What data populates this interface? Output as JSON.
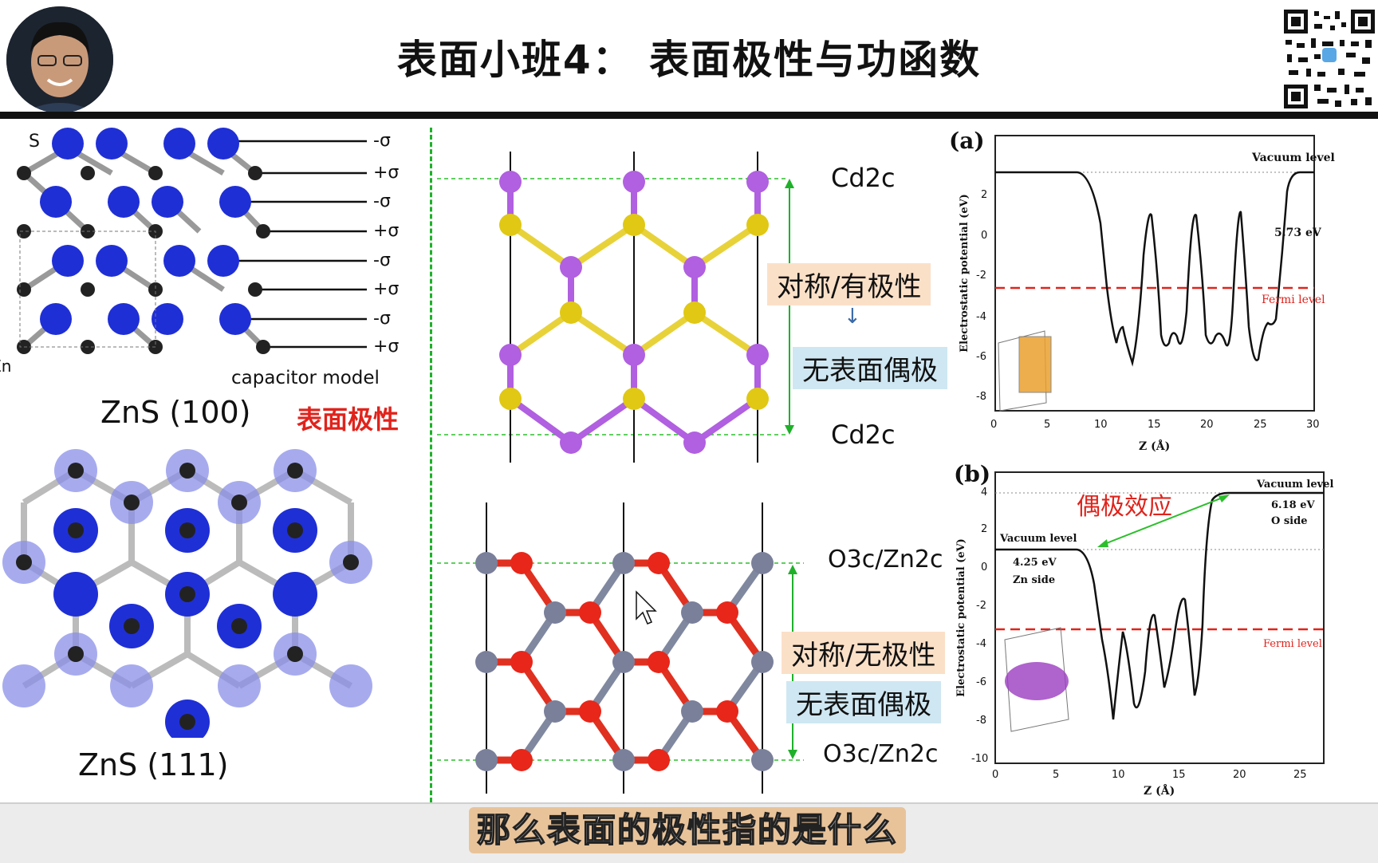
{
  "header": {
    "title": "表面小班4：  表面极性与功函数"
  },
  "zns100": {
    "atom_s": "S",
    "atom_zn": "Zn",
    "charges": [
      "-σ",
      "+σ",
      "-σ",
      "+σ",
      "-σ",
      "+σ",
      "-σ",
      "+σ"
    ],
    "caption": "capacitor model",
    "title": "ZnS (100)",
    "polar_label": "表面极性"
  },
  "zns111": {
    "title": "ZnS (111)"
  },
  "cds": {
    "top": "Cd2c",
    "bottom": "Cd2c",
    "tag1": "对称/有极性",
    "tag2": "无表面偶极"
  },
  "zno": {
    "top": "O3c/Zn2c",
    "bottom": "O3c/Zn2c",
    "tag1": "对称/无极性",
    "tag2": "无表面偶极"
  },
  "plot_a": {
    "panel": "(a)",
    "ylabel": "Electrostatic potential (eV)",
    "xlabel": "Z (Å)",
    "vacuum": "Vacuum level",
    "fermi": "Fermi level",
    "gap": "5.73 eV",
    "xticks": [
      "0",
      "5",
      "10",
      "15",
      "20",
      "25",
      "30"
    ],
    "yticks": [
      "2",
      "0",
      "-2",
      "-4",
      "-6",
      "-8"
    ]
  },
  "plot_b": {
    "panel": "(b)",
    "ylabel": "Electrostatic potential (eV)",
    "xlabel": "Z (Å)",
    "vacuum_right": "Vacuum level",
    "vacuum_left": "Vacuum level",
    "fermi": "Fermi level",
    "dipole": "偶极效应",
    "right_value": "6.18 eV",
    "right_side": "O side",
    "left_value": "4.25 eV",
    "left_side": "Zn side",
    "xticks": [
      "0",
      "5",
      "10",
      "15",
      "20",
      "25"
    ],
    "yticks": [
      "4",
      "2",
      "0",
      "-2",
      "-4",
      "-6",
      "-8",
      "-10"
    ]
  },
  "subtitle": "那么表面的极性指的是什么",
  "colors": {
    "divider": "#1fb02a",
    "red_label": "#e0231c",
    "fermi": "#e0231c"
  }
}
